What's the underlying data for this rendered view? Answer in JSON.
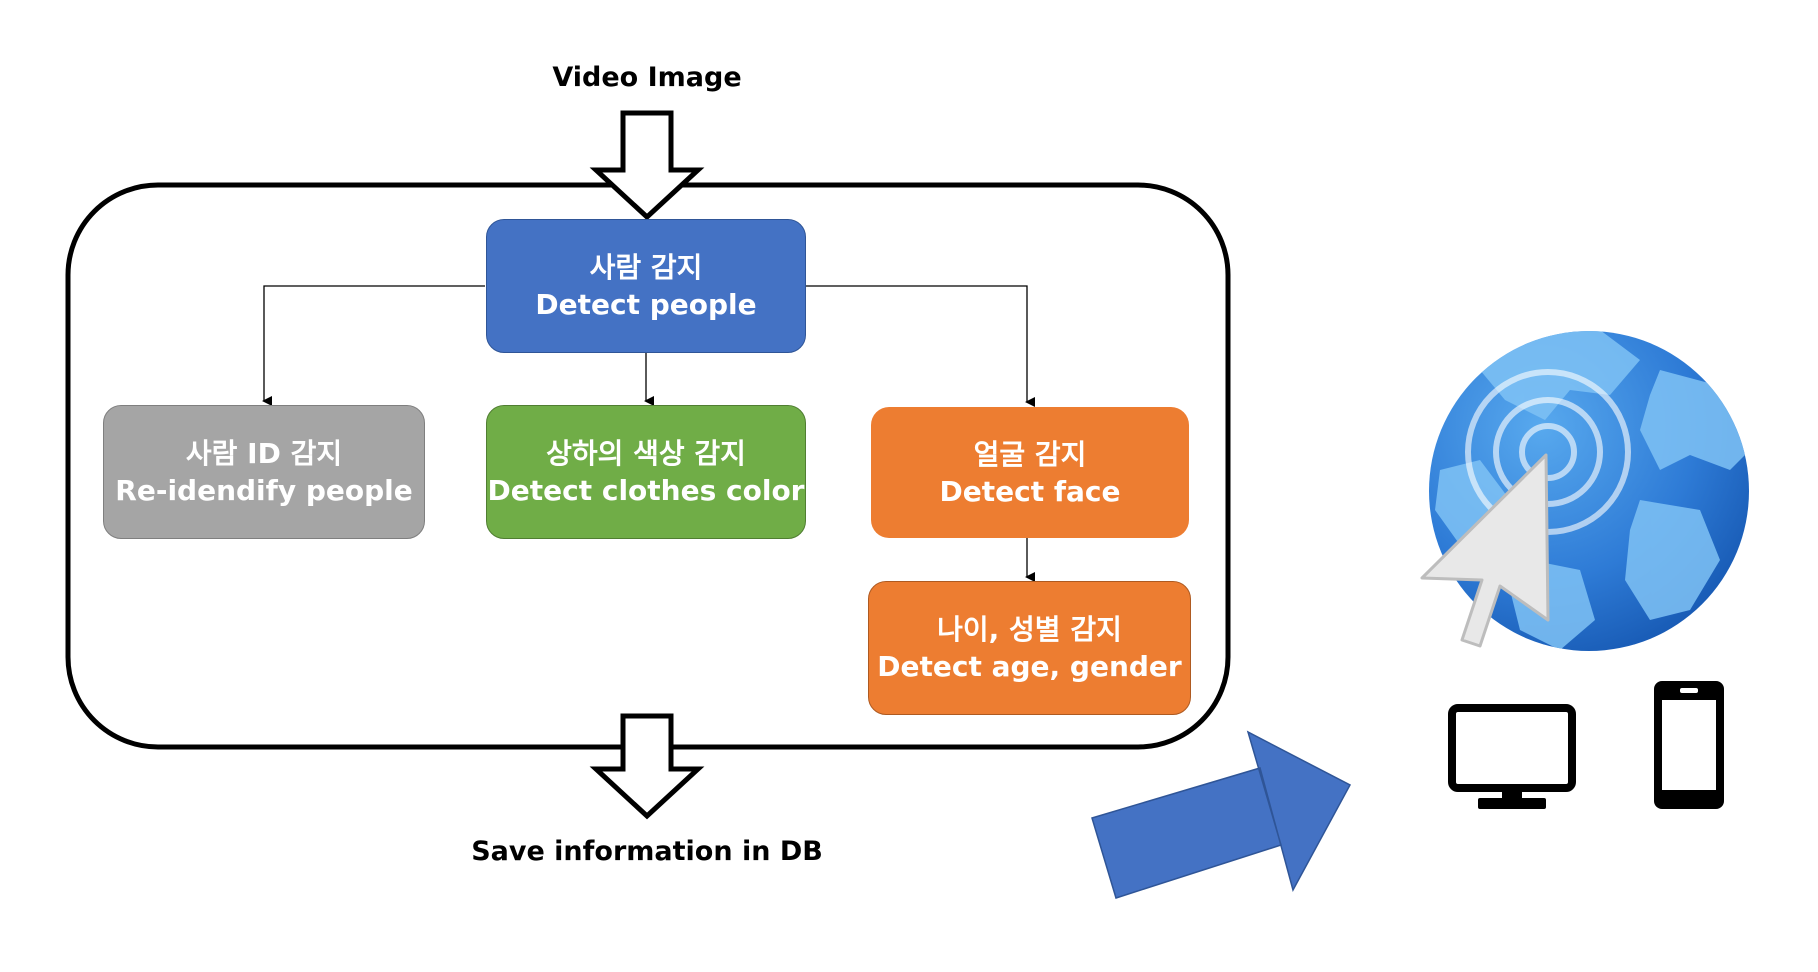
{
  "input_label": "Video Image",
  "output_label": "Save information in DB",
  "nodes": {
    "detect_people": {
      "korean": "사람 감지",
      "english": "Detect people",
      "color": "#4472C4"
    },
    "reidentify": {
      "korean": "사람 ID 감지",
      "english": "Re-idendify people",
      "color": "#A5A5A5"
    },
    "clothes": {
      "korean": "상하의 색상 감지",
      "english": "Detect clothes color",
      "color": "#70AD47"
    },
    "face": {
      "korean": "얼굴 감지",
      "english": "Detect face",
      "color": "#ED7D31"
    },
    "age_gender": {
      "korean": "나이, 성별 감지",
      "english": "Detect age, gender",
      "color": "#ED7D31"
    }
  },
  "icons": [
    "hollow-down-arrow-icon",
    "blue-right-arrow-icon",
    "web-globe-cursor-icon",
    "monitor-icon",
    "smartphone-icon"
  ]
}
